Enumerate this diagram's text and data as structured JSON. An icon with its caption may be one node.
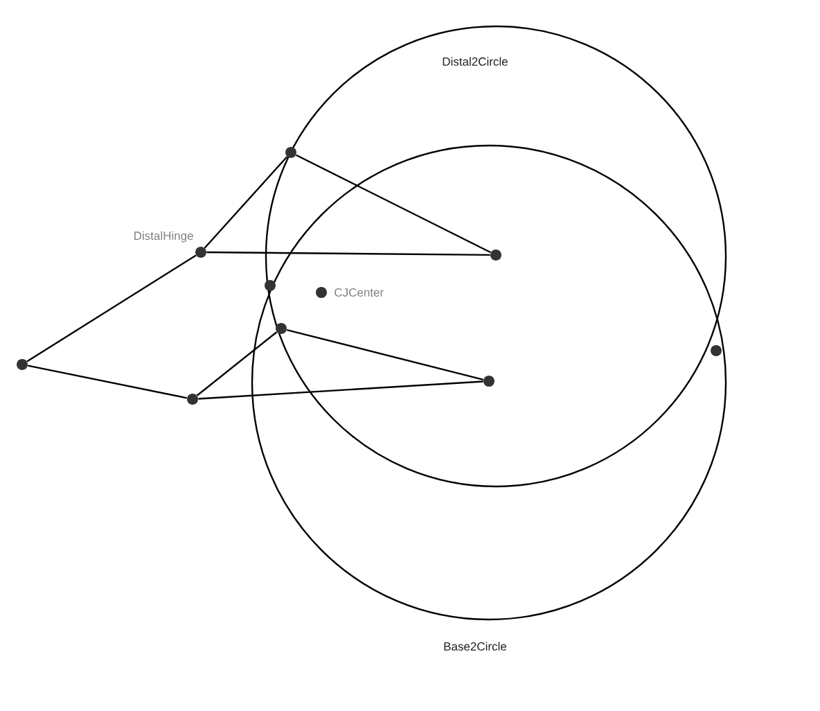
{
  "diagram": {
    "nodes": [
      {
        "text": [],
        "shape": "circle"
      },
      {
        "text": [],
        "shape": "circle",
        "beside": [
          "DistalHinge"
        ]
      },
      {
        "text": [],
        "shape": "circle"
      },
      {
        "text": [],
        "shape": "circle"
      },
      {
        "text": [],
        "shape": "circle",
        "beside": [
          "CJCenter"
        ]
      },
      {
        "text": [],
        "shape": "circle"
      },
      {
        "text": [],
        "shape": "circle"
      },
      {
        "text": [],
        "shape": "circle"
      },
      {
        "text": [],
        "shape": "circle"
      },
      {
        "text": [],
        "shape": "circle"
      }
    ],
    "edges": [
      {
        "from": 0,
        "to": 1,
        "arrow": "none"
      },
      {
        "from": 0,
        "to": 2,
        "arrow": "none"
      },
      {
        "from": 1,
        "to": 2,
        "arrow": "none"
      },
      {
        "from": 1,
        "to": 7,
        "arrow": "none"
      },
      {
        "from": 7,
        "to": 9,
        "arrow": "none"
      },
      {
        "from": 9,
        "to": 8,
        "arrow": "none"
      },
      {
        "from": 9,
        "to": 5,
        "arrow": "none"
      },
      {
        "from": 5,
        "to": 8,
        "arrow": "none"
      }
    ],
    "labels": [
      "Distal2Circle",
      "Base2Circle"
    ]
  }
}
